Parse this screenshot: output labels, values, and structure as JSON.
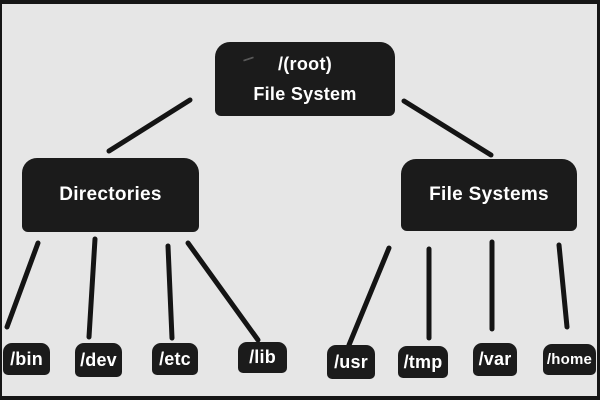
{
  "colors": {
    "background": "#e6e6e6",
    "node_fill": "#1b1b1b",
    "node_text": "#ffffff",
    "edge_stroke": "#141414",
    "frame_border": "#161616"
  },
  "nodes": {
    "root": {
      "line1": "/(root)",
      "line2": "File System"
    },
    "directories": {
      "label": "Directories"
    },
    "filesystems": {
      "label": "File Systems"
    },
    "leaves": [
      {
        "label": "/bin"
      },
      {
        "label": "/dev"
      },
      {
        "label": "/etc"
      },
      {
        "label": "/lib"
      },
      {
        "label": "/usr"
      },
      {
        "label": "/tmp"
      },
      {
        "label": "/var"
      },
      {
        "label": "/home"
      }
    ]
  },
  "edges": [
    {
      "from": "root",
      "to": "Directories"
    },
    {
      "from": "root",
      "to": "File Systems"
    },
    {
      "from": "Directories",
      "to": "/bin"
    },
    {
      "from": "Directories",
      "to": "/dev"
    },
    {
      "from": "Directories",
      "to": "/etc"
    },
    {
      "from": "Directories",
      "to": "/lib"
    },
    {
      "from": "File Systems",
      "to": "/usr"
    },
    {
      "from": "File Systems",
      "to": "/tmp"
    },
    {
      "from": "File Systems",
      "to": "/var"
    },
    {
      "from": "File Systems",
      "to": "/home"
    }
  ]
}
